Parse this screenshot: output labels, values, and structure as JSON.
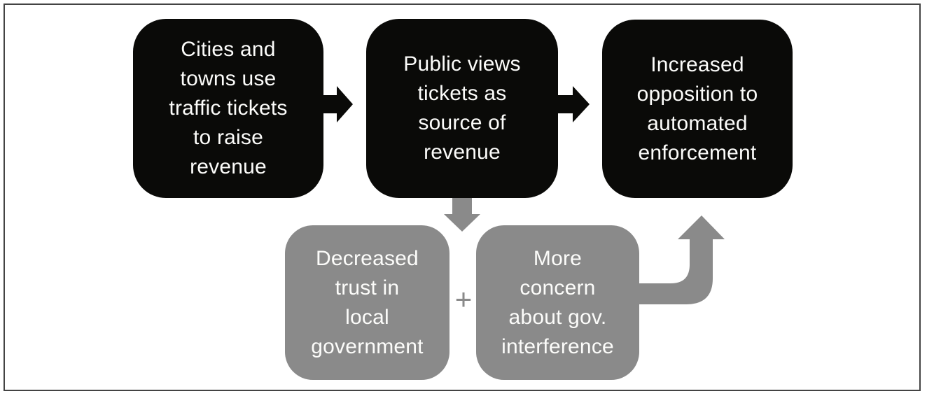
{
  "colors": {
    "background": "#ffffff",
    "border": "#434343",
    "node-dark": "#0a0a08",
    "node-gray": "#8a8a8a",
    "node-text": "#fcfcfa"
  },
  "nodes": {
    "cities": {
      "lines": [
        "Cities and",
        "towns use",
        "traffic tickets",
        "to raise",
        "revenue"
      ]
    },
    "public": {
      "lines": [
        "Public views",
        "tickets as",
        "source of",
        "revenue"
      ]
    },
    "opposition": {
      "lines": [
        "Increased",
        "opposition to",
        "automated",
        "enforcement"
      ]
    },
    "trust": {
      "lines": [
        "Decreased",
        "trust in",
        "local",
        "government"
      ]
    },
    "concern": {
      "lines": [
        "More",
        "concern",
        "about gov.",
        "interference"
      ]
    }
  },
  "operator": {
    "plus": "+"
  },
  "icons": {
    "arrow_cities_to_public": "right-block-arrow",
    "arrow_public_to_opposition": "right-block-arrow",
    "arrow_public_to_trust": "down-block-arrow",
    "arrow_concern_to_opposition": "elbow-up-block-arrow"
  }
}
